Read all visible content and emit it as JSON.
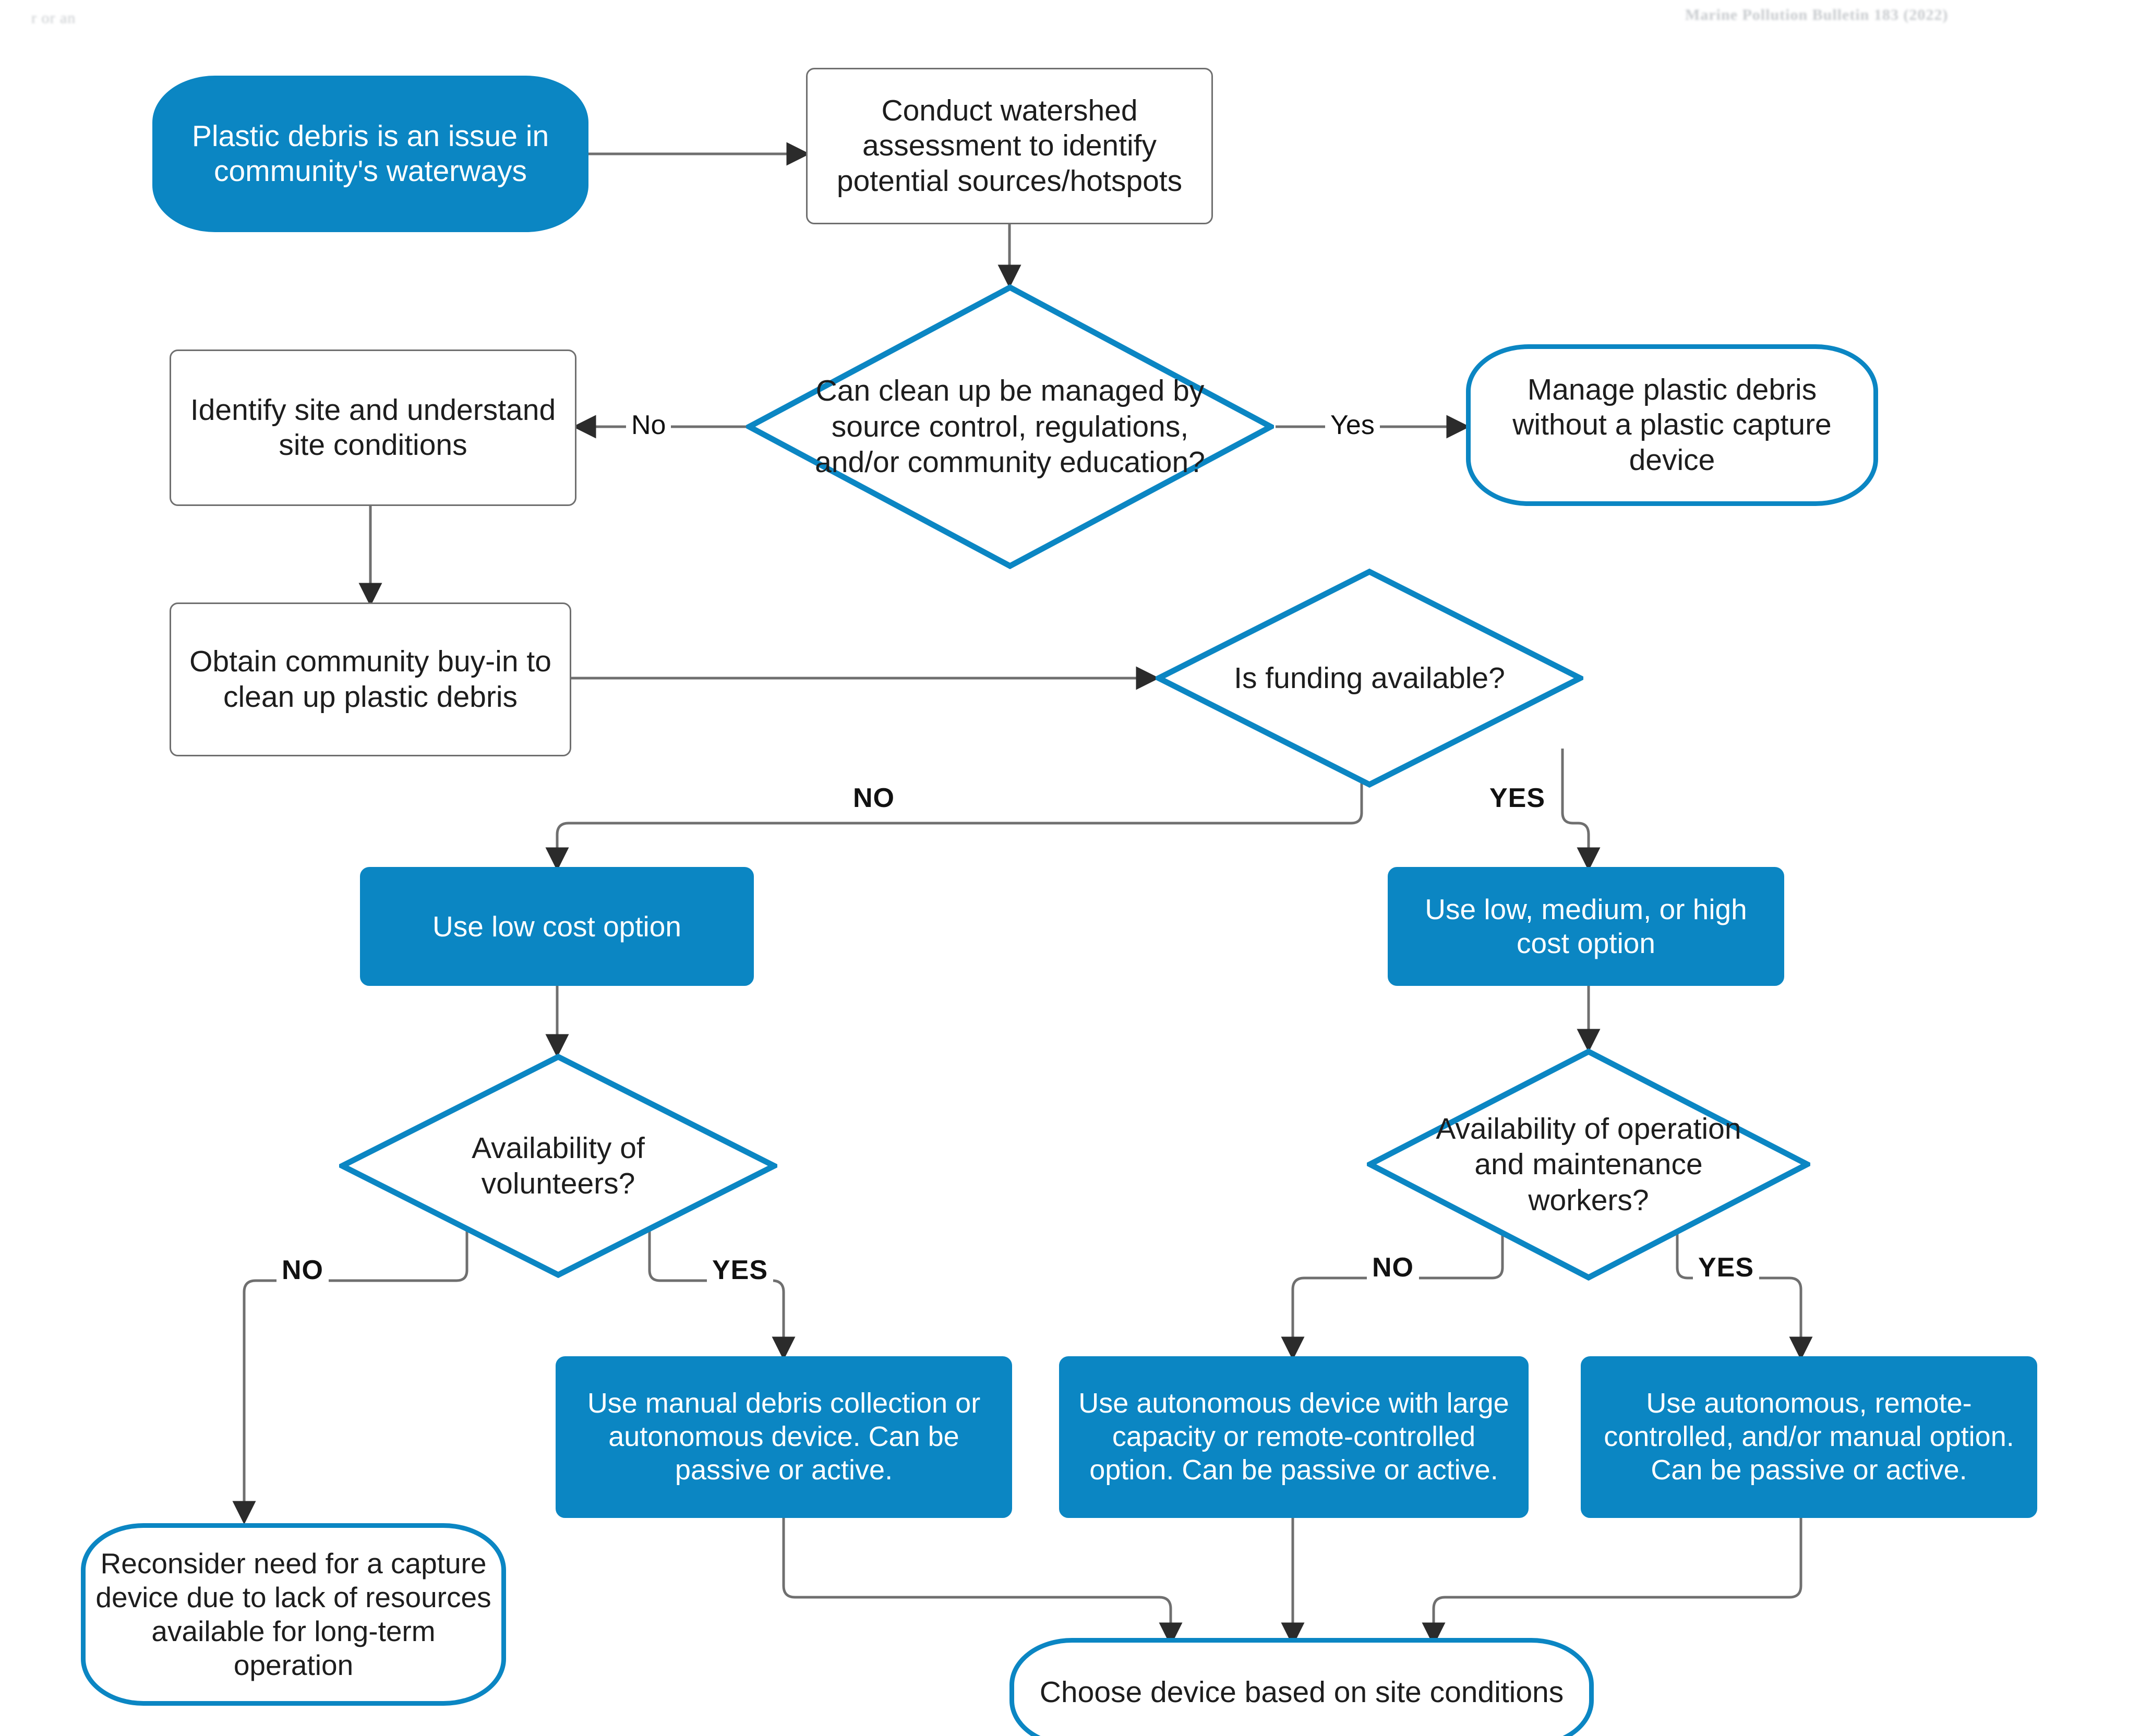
{
  "page": {
    "header_left": "r or an",
    "header_right": "Marine Pollution Bulletin 183 (2022)",
    "accent_color": "#0b86c3",
    "line_color": "#6f6f6f",
    "text_color": "#1d1d1d",
    "background": "#ffffff"
  },
  "chart_data": {
    "type": "flowchart",
    "title": "Plastic capture device decision flowchart",
    "nodes": [
      {
        "id": "start",
        "shape": "terminator",
        "fill": "solid-blue",
        "label": "Plastic debris is an issue in community's waterways"
      },
      {
        "id": "assess",
        "shape": "process",
        "fill": "white",
        "label": "Conduct watershed assessment to identify potential sources/hotspots"
      },
      {
        "id": "d_source",
        "shape": "decision",
        "fill": "white",
        "label": "Can clean up be managed by source control, regulations, and/or community education?"
      },
      {
        "id": "identify",
        "shape": "process",
        "fill": "white",
        "label": "Identify site and understand site conditions"
      },
      {
        "id": "manage",
        "shape": "terminator",
        "fill": "white",
        "label": "Manage plastic debris without a plastic capture device"
      },
      {
        "id": "buyin",
        "shape": "process",
        "fill": "white",
        "label": "Obtain community buy-in to clean up plastic debris"
      },
      {
        "id": "d_funding",
        "shape": "decision",
        "fill": "white",
        "label": "Is funding available?"
      },
      {
        "id": "lowcost",
        "shape": "process",
        "fill": "solid-blue",
        "label": "Use low cost option"
      },
      {
        "id": "anycost",
        "shape": "process",
        "fill": "solid-blue",
        "label": "Use low, medium, or high cost option"
      },
      {
        "id": "d_volunteers",
        "shape": "decision",
        "fill": "white",
        "label": "Availability of volunteers?"
      },
      {
        "id": "d_workers",
        "shape": "decision",
        "fill": "white",
        "label": "Availability of operation and maintenance workers?"
      },
      {
        "id": "reconsider",
        "shape": "terminator",
        "fill": "white",
        "label": "Reconsider need for a capture device due to lack of resources available for long-term operation"
      },
      {
        "id": "manual",
        "shape": "process",
        "fill": "solid-blue",
        "label": "Use manual debris collection or autonomous device. Can be passive or active."
      },
      {
        "id": "autolarge",
        "shape": "process",
        "fill": "solid-blue",
        "label": "Use autonomous  device with large capacity or remote-controlled option. Can be passive or active."
      },
      {
        "id": "autoremote",
        "shape": "process",
        "fill": "solid-blue",
        "label": "Use autonomous, remote-controlled, and/or manual option. Can be passive or active."
      },
      {
        "id": "choose",
        "shape": "terminator",
        "fill": "white",
        "label": "Choose device based on site conditions"
      }
    ],
    "edges": [
      {
        "from": "start",
        "to": "assess",
        "label": ""
      },
      {
        "from": "assess",
        "to": "d_source",
        "label": ""
      },
      {
        "from": "d_source",
        "to": "identify",
        "label": "No"
      },
      {
        "from": "d_source",
        "to": "manage",
        "label": "Yes"
      },
      {
        "from": "identify",
        "to": "buyin",
        "label": ""
      },
      {
        "from": "buyin",
        "to": "d_funding",
        "label": ""
      },
      {
        "from": "d_funding",
        "to": "lowcost",
        "label": "NO"
      },
      {
        "from": "d_funding",
        "to": "anycost",
        "label": "YES"
      },
      {
        "from": "lowcost",
        "to": "d_volunteers",
        "label": ""
      },
      {
        "from": "anycost",
        "to": "d_workers",
        "label": ""
      },
      {
        "from": "d_volunteers",
        "to": "reconsider",
        "label": "NO"
      },
      {
        "from": "d_volunteers",
        "to": "manual",
        "label": "YES"
      },
      {
        "from": "d_workers",
        "to": "autolarge",
        "label": "NO"
      },
      {
        "from": "d_workers",
        "to": "autoremote",
        "label": "YES"
      },
      {
        "from": "manual",
        "to": "choose",
        "label": ""
      },
      {
        "from": "autolarge",
        "to": "choose",
        "label": ""
      },
      {
        "from": "autoremote",
        "to": "choose",
        "label": ""
      }
    ],
    "edge_labels": [
      "No",
      "Yes",
      "NO",
      "YES",
      "NO",
      "YES",
      "NO",
      "YES"
    ]
  },
  "nodes": {
    "start": {
      "label": "Plastic debris is an issue in community's waterways"
    },
    "assess": {
      "label": "Conduct watershed assessment to identify potential sources/hotspots"
    },
    "d_source": {
      "label": "Can clean up be managed by source control, regulations, and/or community education?"
    },
    "identify": {
      "label": "Identify site and understand site conditions"
    },
    "manage": {
      "label": "Manage plastic debris without a plastic capture device"
    },
    "buyin": {
      "label": "Obtain community buy-in to clean up plastic debris"
    },
    "d_funding": {
      "label": "Is funding available?"
    },
    "lowcost": {
      "label": "Use low cost option"
    },
    "anycost": {
      "label": "Use low, medium, or high cost option"
    },
    "d_volunteers": {
      "label": "Availability of volunteers?"
    },
    "d_workers": {
      "label": "Availability of operation and maintenance workers?"
    },
    "reconsider": {
      "label": "Reconsider need for a capture device due to lack of resources available for long-term operation"
    },
    "manual": {
      "label": "Use manual debris collection or autonomous device. Can be passive or active."
    },
    "autolarge": {
      "label": "Use autonomous  device with large capacity or remote-controlled option. Can be passive or active."
    },
    "autoremote": {
      "label": "Use autonomous, remote-controlled, and/or manual option. Can be passive or active."
    },
    "choose": {
      "label": "Choose device based on site conditions"
    }
  },
  "edge_labels": {
    "source_no": "No",
    "source_yes": "Yes",
    "funding_no": "NO",
    "funding_yes": "YES",
    "volunteers_no": "NO",
    "volunteers_yes": "YES",
    "workers_no": "NO",
    "workers_yes": "YES"
  }
}
